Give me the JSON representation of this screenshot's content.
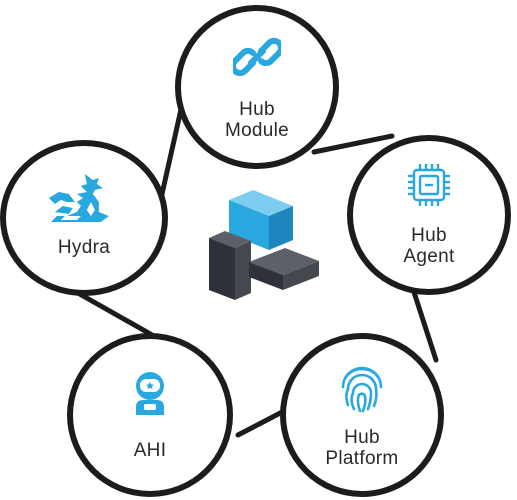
{
  "colors": {
    "accent": "#29a8e0",
    "accent_dark": "#1e86bf",
    "outline": "#1c1c1c",
    "logo_dark": "#2e3138",
    "logo_mid": "#45484f",
    "logo_light": "#5d6068",
    "text": "#2a2a2a"
  },
  "nodes": {
    "hub_module": {
      "line1": "Hub",
      "line2": "Module",
      "icon": "chain-link-icon"
    },
    "hub_agent": {
      "line1": "Hub",
      "line2": "Agent",
      "icon": "cpu-chip-icon"
    },
    "hub_platform": {
      "line1": "Hub",
      "line2": "Platform",
      "icon": "fingerprint-icon"
    },
    "ahi": {
      "line1": "AHI",
      "icon": "astronaut-icon"
    },
    "hydra": {
      "line1": "Hydra",
      "icon": "dragon-icon"
    }
  },
  "center": {
    "icon": "hub-cube-logo"
  }
}
